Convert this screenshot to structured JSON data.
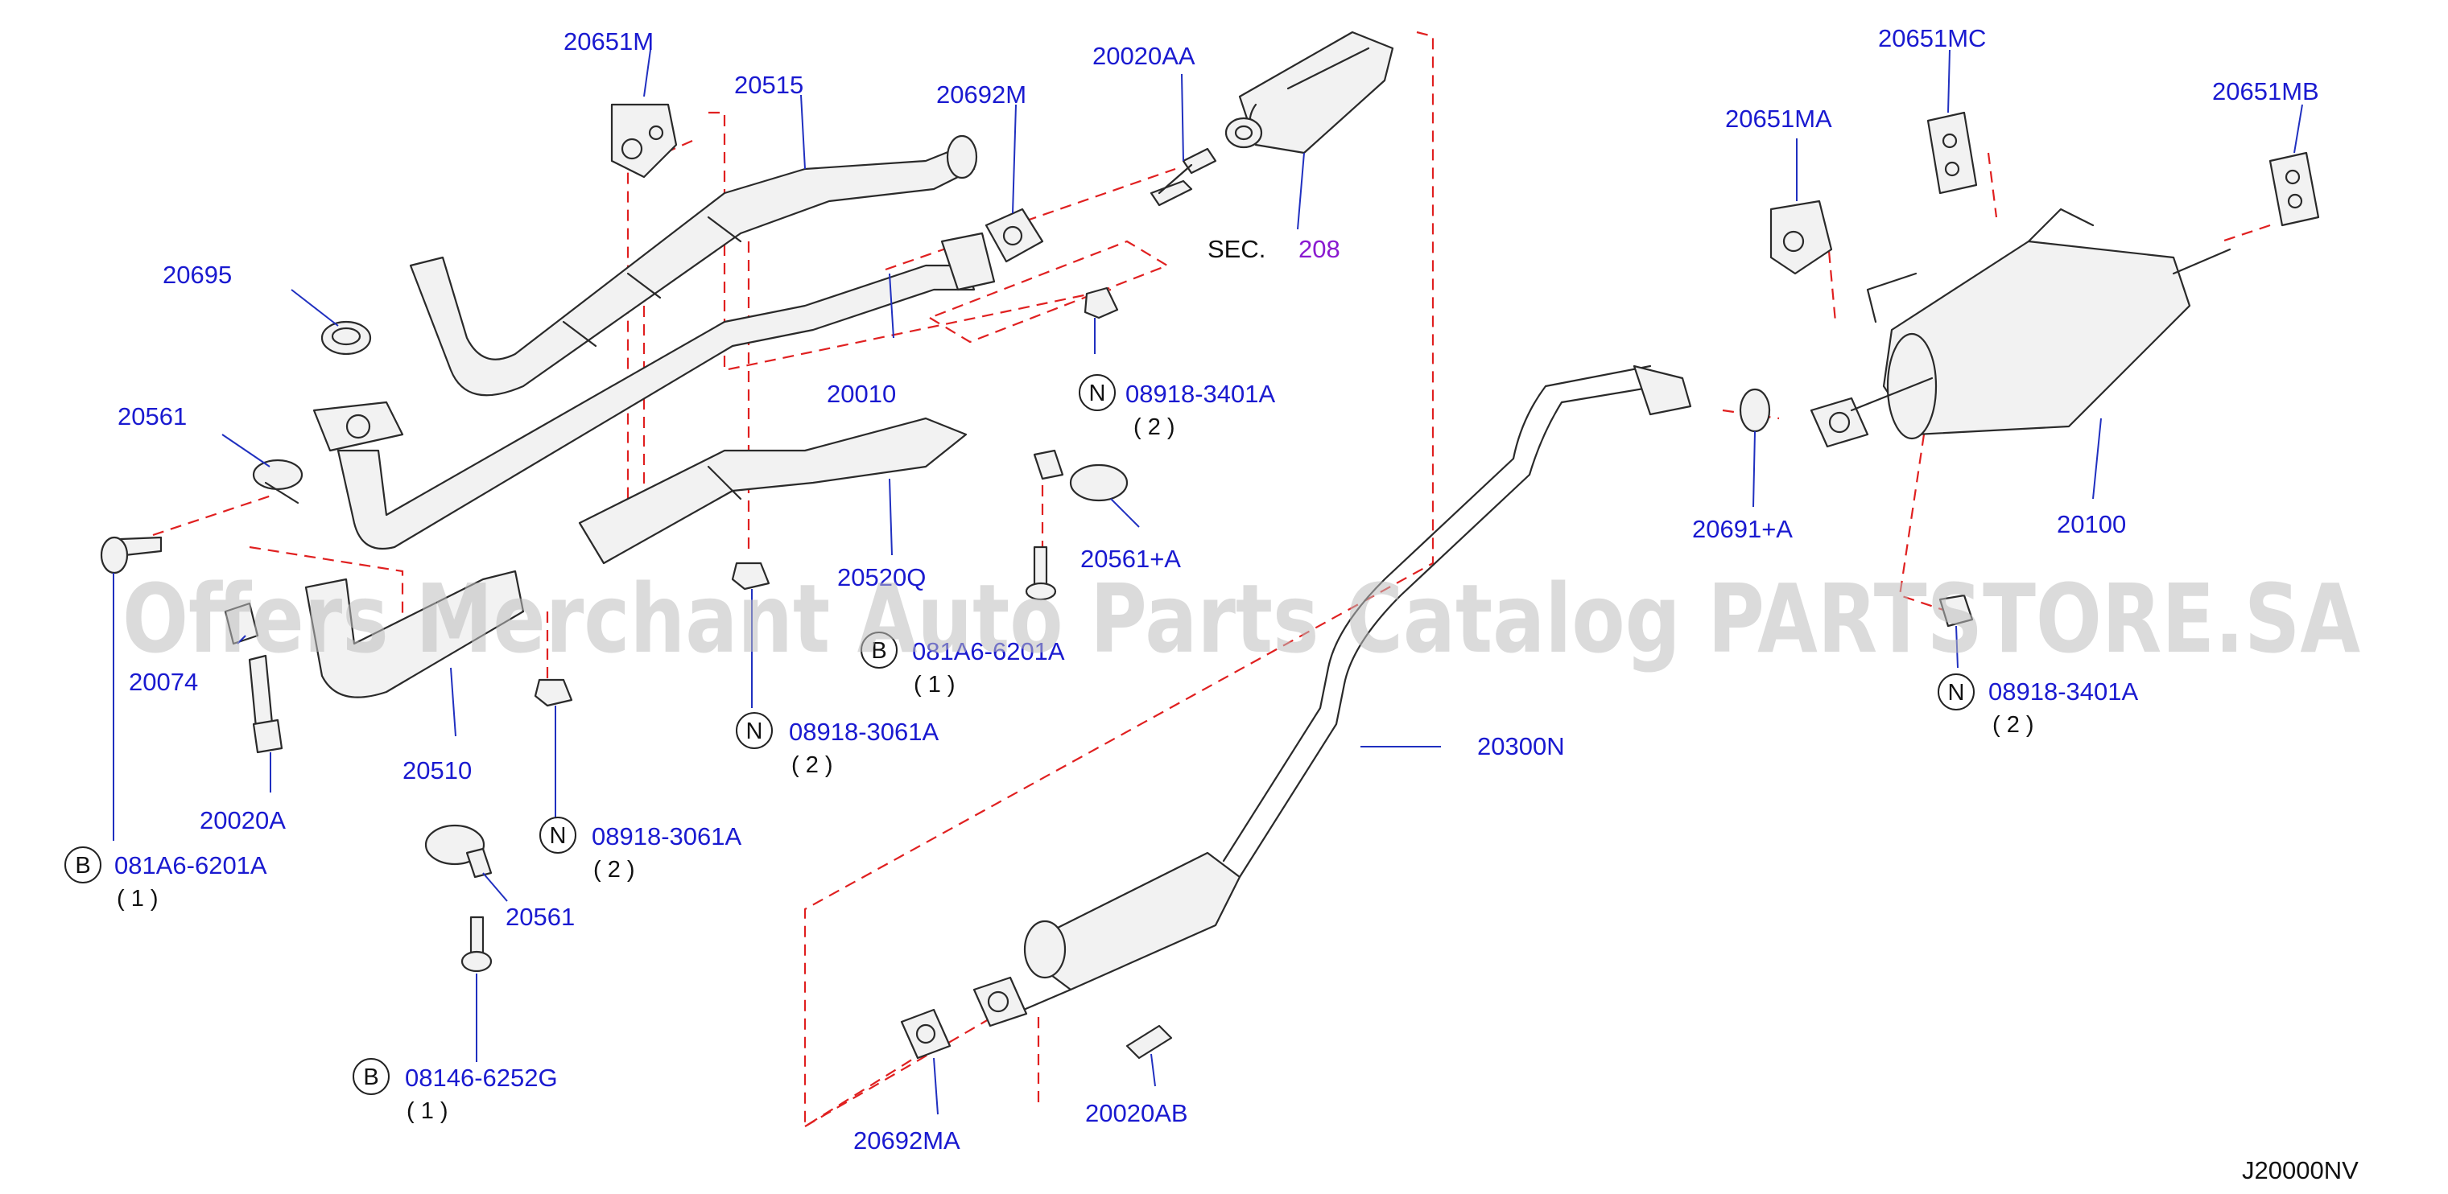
{
  "diagram": {
    "labels": {
      "p20651M": "20651M",
      "p20515": "20515",
      "p20692M": "20692M",
      "p20020AA": "20020AA",
      "sec": "SEC.",
      "sec_num": "208",
      "p20651MC": "20651MC",
      "p20651MA": "20651MA",
      "p20651MB": "20651MB",
      "p20695": "20695",
      "p20561_top": "20561",
      "p20010": "20010",
      "n_089183401A_a": "08918-3401A",
      "n_089183401A_a_qty": "( 2 )",
      "p20561A": "20561+A",
      "p20520Q": "20520Q",
      "b_081A66201A_a": "081A6-6201A",
      "b_081A66201A_a_qty": "( 1 )",
      "p20074": "20074",
      "p20510": "20510",
      "n_089183061A_a": "08918-3061A",
      "n_089183061A_a_qty": "( 2 )",
      "p20020A": "20020A",
      "b_081A66201A_b": "081A6-6201A",
      "b_081A66201A_b_qty": "( 1 )",
      "n_089183061A_b": "08918-3061A",
      "n_089183061A_b_qty": "( 2 )",
      "p20561_bot": "20561",
      "b_081466252G": "08146-6252G",
      "b_081466252G_qty": "( 1 )",
      "p20691A": "20691+A",
      "p20100": "20100",
      "n_089183401A_b": "08918-3401A",
      "n_089183401A_b_qty": "( 2 )",
      "p20300N": "20300N",
      "p20692MA": "20692MA",
      "p20020AB": "20020AB",
      "diagram_code": "J20000NV"
    },
    "badges": {
      "n": "N",
      "b": "B"
    },
    "watermark": "Offers Merchant Auto Parts Catalog PARTSTORE.SA",
    "colors": {
      "label": "#1a1ad0",
      "section": "#8a1ad0",
      "dashed": "#e02020",
      "line": "#2a2a2a"
    }
  }
}
